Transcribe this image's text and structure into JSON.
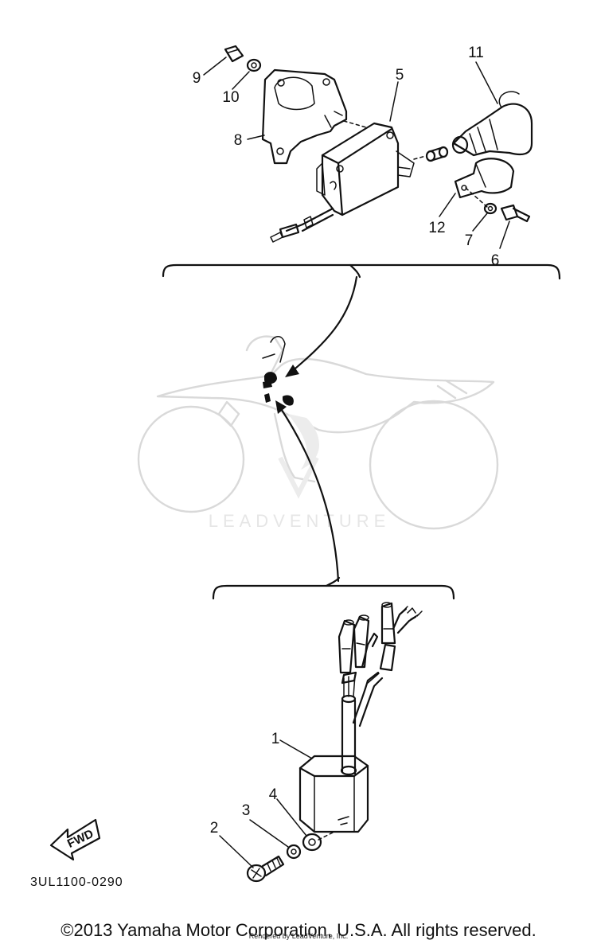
{
  "callouts": {
    "c1": "1",
    "c2": "2",
    "c3": "3",
    "c4": "4",
    "c5": "5",
    "c6": "6",
    "c7": "7",
    "c8": "8",
    "c9": "9",
    "c10": "10",
    "c11": "11",
    "c12": "12"
  },
  "fwd_label": "FWD",
  "diagram_code": "3UL1100-0290",
  "watermark": "LEADVENTURE",
  "copyright": "©2013 Yamaha Motor Corporation, U.S.A. All rights reserved.",
  "rendered_by": "Rendered by LeadVenture, Inc."
}
